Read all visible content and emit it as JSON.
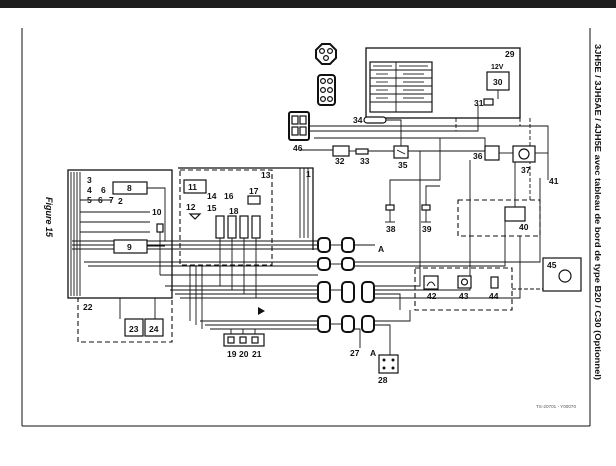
{
  "document": {
    "title": "3JH5E / 3JH5AE / 4JH5E avec tableau de bord de type B20 / C30 (Optionnel)",
    "figure_label": "Figure 15",
    "footer_code": "TS-20701 - Y00070"
  },
  "diagram": {
    "voltage_label": "12V",
    "connector_letter": "A",
    "callouts": {
      "n1": "1",
      "n2": "2",
      "n3": "3",
      "n4": "4",
      "n5": "5",
      "n6": "6",
      "n7": "7",
      "n8": "8",
      "n9": "9",
      "n10": "10",
      "n11": "11",
      "n12": "12",
      "n13": "13",
      "n14": "14",
      "n15": "15",
      "n16": "16",
      "n17": "17",
      "n18": "18",
      "n19": "19",
      "n20": "20",
      "n21": "21",
      "n22": "22",
      "n23": "23",
      "n24": "24",
      "n27": "27",
      "n28": "28",
      "n29": "29",
      "n30": "30",
      "n31": "31",
      "n32": "32",
      "n33": "33",
      "n34": "34",
      "n35": "35",
      "n36": "36",
      "n37": "37",
      "n38": "38",
      "n39": "39",
      "n40": "40",
      "n41": "41",
      "n42": "42",
      "n43": "43",
      "n44": "44",
      "n45": "45",
      "n46": "46"
    }
  },
  "colors": {
    "ink": "#111111",
    "paper": "#ffffff",
    "top_bar": "#1e1e1e"
  }
}
